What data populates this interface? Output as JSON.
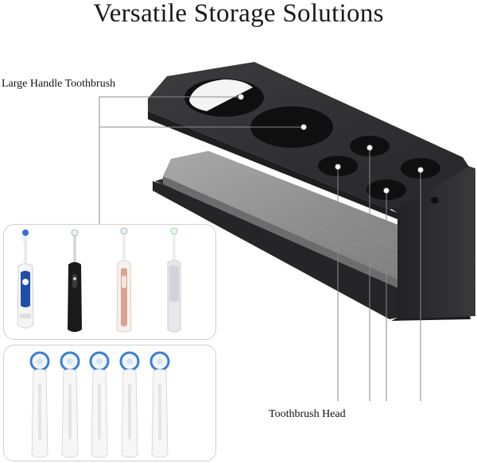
{
  "title": "Versatile Storage Solutions",
  "labels": {
    "large_handle": "Large Handle Toothbrush",
    "brush_head": "Toothbrush Head"
  },
  "colors": {
    "holder": "#2b2b2d",
    "holder_edge": "#444446",
    "pad": "#8c8c8c",
    "line": "#8a8a8a"
  },
  "icons": {
    "holder": "toothbrush-holder-icon",
    "brush": "electric-toothbrush-icon",
    "head": "toothbrush-head-icon"
  }
}
